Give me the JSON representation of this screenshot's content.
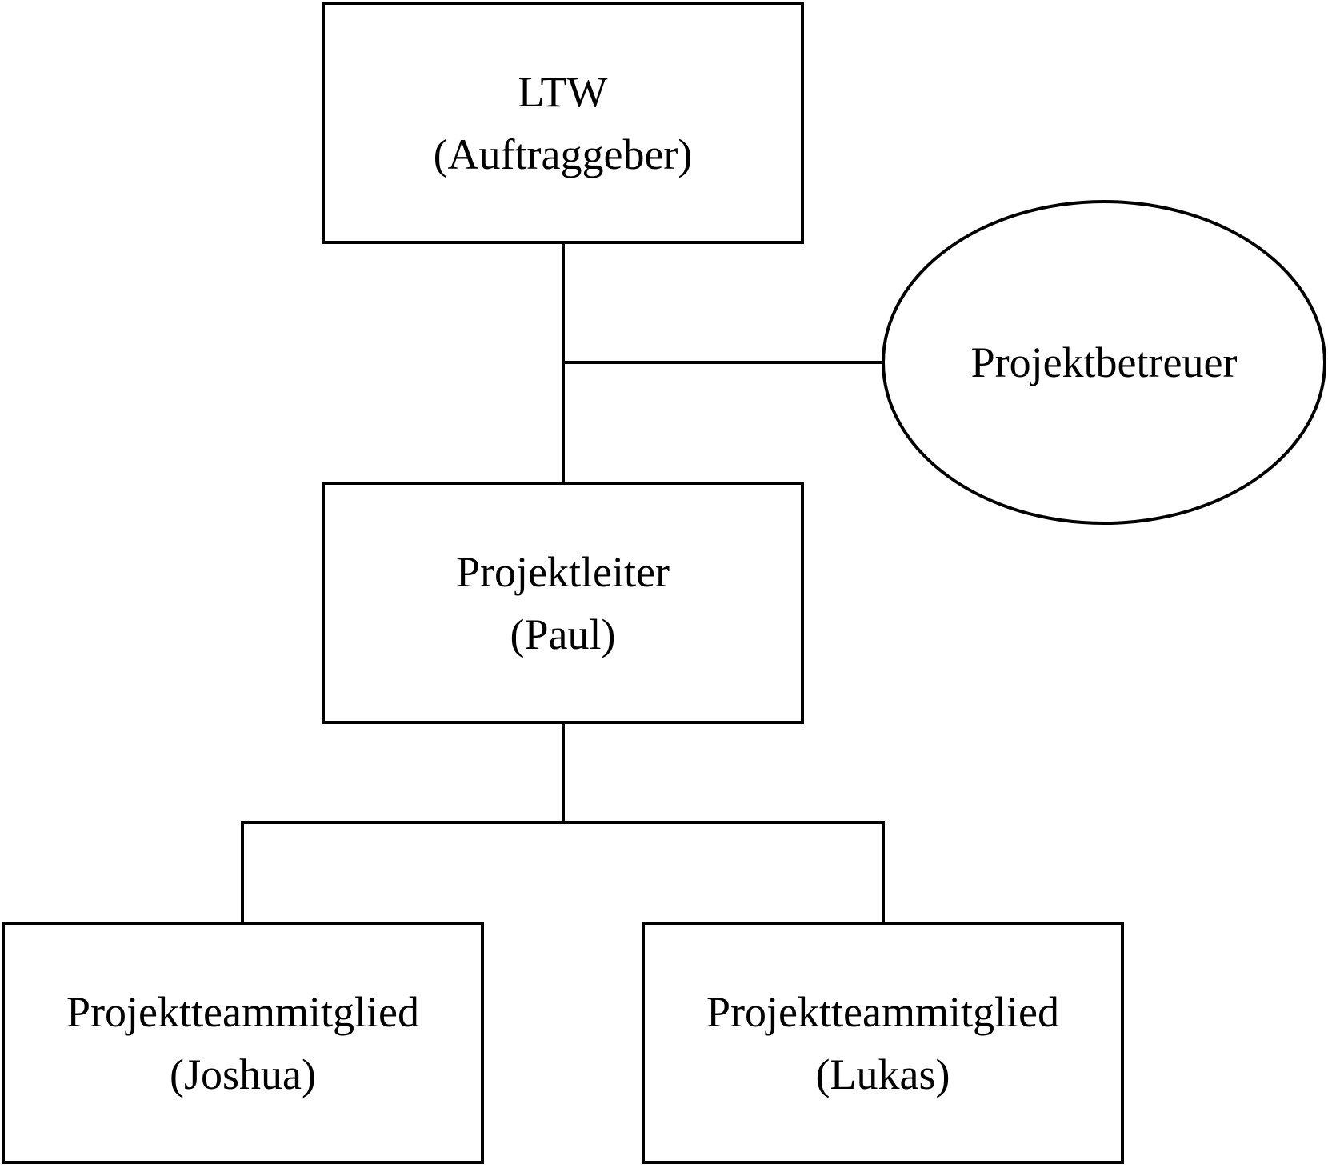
{
  "diagram": {
    "type": "org-chart",
    "nodes": {
      "client": {
        "shape": "rectangle",
        "line1": "LTW",
        "line2": "(Auftraggeber)"
      },
      "supervisor": {
        "shape": "ellipse",
        "line1": "Projektbetreuer"
      },
      "lead": {
        "shape": "rectangle",
        "line1": "Projektleiter",
        "line2": "(Paul)"
      },
      "member1": {
        "shape": "rectangle",
        "line1": "Projektteammitglied",
        "line2": "(Joshua)"
      },
      "member2": {
        "shape": "rectangle",
        "line1": "Projektteammitglied",
        "line2": "(Lukas)"
      }
    },
    "edges": [
      {
        "from": "client",
        "to": "lead"
      },
      {
        "from": "client-lead-connector",
        "to": "supervisor"
      },
      {
        "from": "lead",
        "to": "member1"
      },
      {
        "from": "lead",
        "to": "member2"
      }
    ]
  }
}
